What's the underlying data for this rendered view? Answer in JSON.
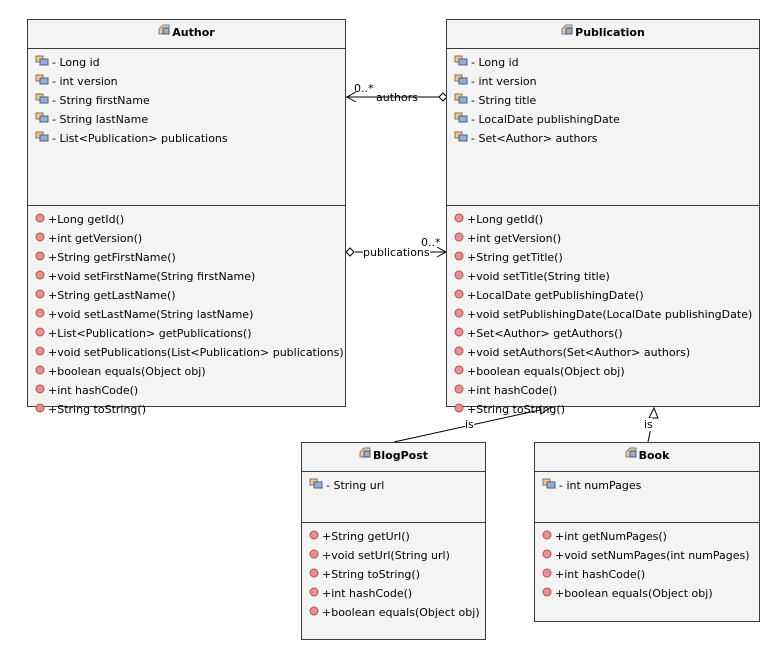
{
  "classes": {
    "author": {
      "name": "Author",
      "fields": [
        "- Long id",
        "- int version",
        "- String firstName",
        "- String lastName",
        "- List<Publication> publications"
      ],
      "methods": [
        "+Long getId()",
        "+int getVersion()",
        "+String getFirstName()",
        "+void setFirstName(String firstName)",
        "+String getLastName()",
        "+void setLastName(String lastName)",
        "+List<Publication> getPublications()",
        "+void setPublications(List<Publication> publications)",
        "+boolean equals(Object obj)",
        "+int hashCode()",
        "+String toString()"
      ]
    },
    "publication": {
      "name": "Publication",
      "fields": [
        "- Long id",
        "- int version",
        "- String title",
        "- LocalDate publishingDate",
        "- Set<Author> authors"
      ],
      "methods": [
        "+Long getId()",
        "+int getVersion()",
        "+String getTitle()",
        "+void setTitle(String title)",
        "+LocalDate getPublishingDate()",
        "+void setPublishingDate(LocalDate publishingDate)",
        "+Set<Author> getAuthors()",
        "+void setAuthors(Set<Author> authors)",
        "+boolean equals(Object obj)",
        "+int hashCode()",
        "+String toString()"
      ]
    },
    "blogpost": {
      "name": "BlogPost",
      "fields": [
        "- String url"
      ],
      "methods": [
        "+String getUrl()",
        "+void setUrl(String url)",
        "+String toString()",
        "+int hashCode()",
        "+boolean equals(Object obj)"
      ]
    },
    "book": {
      "name": "Book",
      "fields": [
        "- int numPages"
      ],
      "methods": [
        "+int getNumPages()",
        "+void setNumPages(int numPages)",
        "+int hashCode()",
        "+boolean equals(Object obj)"
      ]
    }
  },
  "relations": {
    "authors": {
      "label": "authors",
      "multiplicity": "0..*"
    },
    "publications": {
      "label": "publications",
      "multiplicity": "0..*"
    },
    "blogpost_is": {
      "label": "is"
    },
    "book_is": {
      "label": "is"
    }
  },
  "colors": {
    "box_fill": "#f4f4f4",
    "border": "#3b3b3b",
    "method_icon": "#e08080",
    "field_icon": "#7a9cc8"
  }
}
